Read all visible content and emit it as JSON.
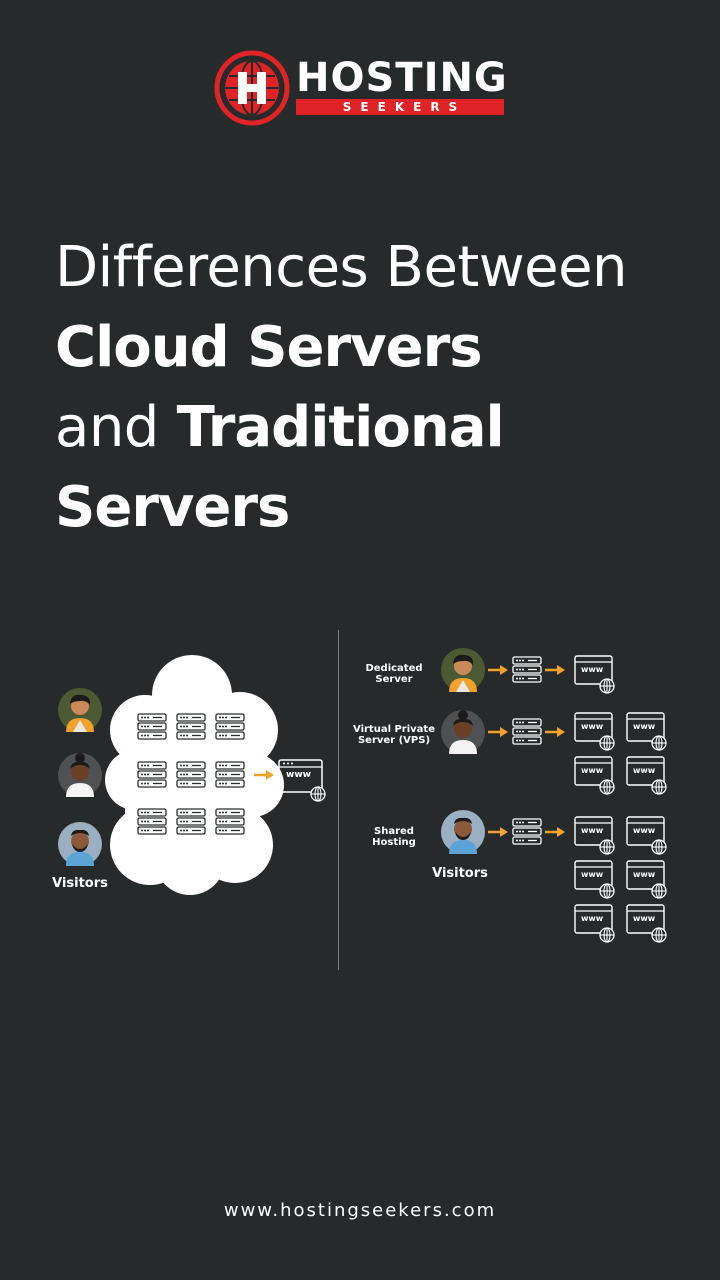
{
  "logo": {
    "word": "HOSTING",
    "sub": "SEEKERS",
    "emblem_icon": "globe-h-icon",
    "brand_color": "#e02326"
  },
  "headline": {
    "line1": "Differences Between",
    "line2": "Cloud Servers",
    "line3_light": "and",
    "line3_bold": "Traditional",
    "line4": "Servers"
  },
  "diagram": {
    "cloud_side": {
      "visitors_label": "Visitors",
      "site_label": "www"
    },
    "traditional_side": {
      "rows": [
        {
          "label_line1": "Dedicated",
          "label_line2": "Server"
        },
        {
          "label_line1": "Virtual Private",
          "label_line2": "Server (VPS)"
        },
        {
          "label_line1": "Shared",
          "label_line2": "Hosting"
        }
      ],
      "visitors_label": "Visitors",
      "site_label": "www"
    },
    "arrow_color": "#f2a12a"
  },
  "footer": {
    "url": "www.hostingseekers.com"
  }
}
